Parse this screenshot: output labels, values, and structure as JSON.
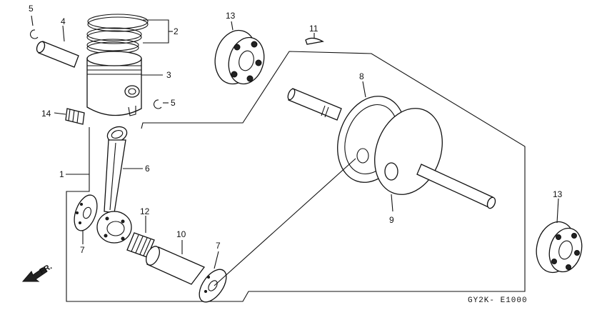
{
  "callouts": {
    "c1": "1",
    "c2": "2",
    "c3": "3",
    "c4": "4",
    "c5a": "5",
    "c5b": "5",
    "c6": "6",
    "c7a": "7",
    "c7b": "7",
    "c8": "8",
    "c9": "9",
    "c10": "10",
    "c11": "11",
    "c12": "12",
    "c13a": "13",
    "c13b": "13",
    "c14": "14"
  },
  "direction_label": "FR.",
  "diagram_code": "GY2K- E1000"
}
